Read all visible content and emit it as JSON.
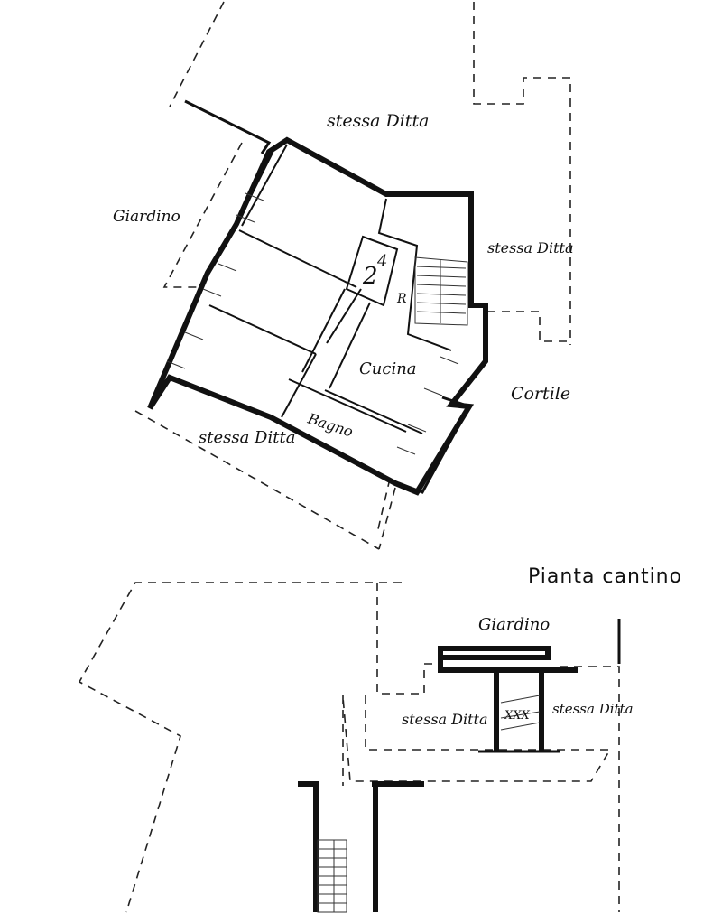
{
  "upper_plan": {
    "labels": {
      "stessa_ditta_top": "stessa Ditta",
      "giardino": "Giardino",
      "stessa_ditta_right": "stessa Ditta",
      "stairs_number": "2",
      "stairs_number_alt": "4",
      "stair_mark": "R",
      "cucina": "Cucina",
      "cortile": "Cortile",
      "bagno": "Bagno",
      "stessa_ditta_bottom": "stessa Ditta"
    }
  },
  "cellar_plan": {
    "title": "Pianta cantino",
    "labels": {
      "giardino": "Giardino",
      "stessa_ditta_left": "stessa Ditta",
      "stessa_ditta_right": "stessa Ditta",
      "storage_mark": "XXX"
    }
  }
}
